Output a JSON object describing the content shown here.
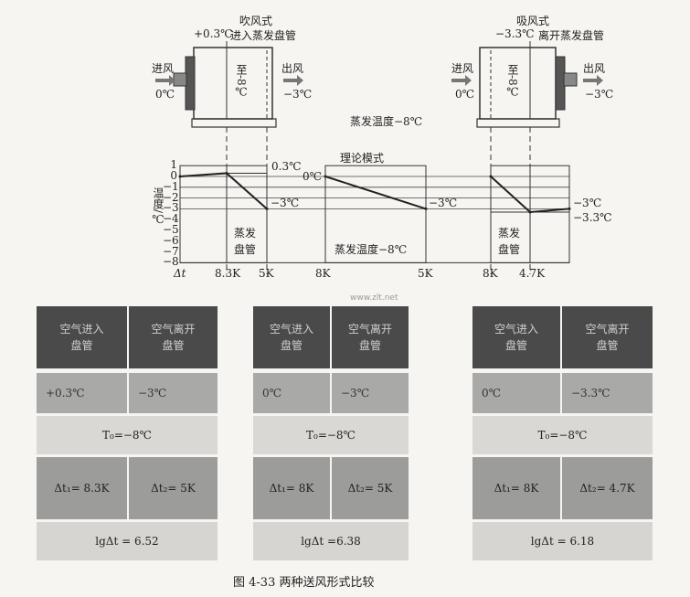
{
  "units": {
    "blow": {
      "title": "吹风式",
      "note_temp": "+0.3℃",
      "note": "进入蒸发盘管",
      "coil_label": "至-8℃",
      "in_label": "进风",
      "in_temp": "0℃",
      "out_label": "出风",
      "out_temp": "−3℃"
    },
    "draw": {
      "title": "吸风式",
      "note_temp": "−3.3℃",
      "note": "离开蒸发盘管",
      "coil_label": "至-8℃",
      "in_label": "进风",
      "in_temp": "0℃",
      "out_label": "出风",
      "out_temp": "−3℃"
    },
    "evap_temp_label": "蒸发温度−8℃"
  },
  "chart_data": {
    "type": "line",
    "ylabel": "温度/℃",
    "xlabel": "Δt",
    "yticks": [
      "1",
      "0",
      "−1",
      "−2",
      "−3",
      "−4",
      "−5",
      "−6",
      "−7",
      "−8"
    ],
    "ylim": [
      -8,
      1
    ],
    "mode_title": "理论模式",
    "coil_label_1": "蒸发",
    "coil_label_2": "盘管",
    "middle_label": "蒸发温度−8℃",
    "x_labels": [
      "8.3K",
      "5K",
      "8K",
      "5K",
      "8K",
      "4.7K"
    ],
    "series": [
      {
        "name": "吹风式",
        "points": [
          [
            0,
            0
          ],
          [
            1,
            0.3
          ],
          [
            2,
            -3
          ]
        ],
        "labels": [
          "0.3℃",
          "−3℃"
        ]
      },
      {
        "name": "理论模式",
        "points": [
          [
            0,
            0
          ],
          [
            1,
            -3
          ]
        ],
        "labels": [
          "0℃",
          "−3℃"
        ]
      },
      {
        "name": "吸风式",
        "points": [
          [
            0,
            0
          ],
          [
            1,
            -3.3
          ],
          [
            2,
            -3
          ]
        ],
        "labels": [
          "−3℃",
          "−3.3℃"
        ]
      }
    ]
  },
  "tables": [
    {
      "h1": "空气进入\n盘管",
      "h2": "空气离开\n盘管",
      "in": "+0.3℃",
      "out": "−3℃",
      "t0": "T₀=−8℃",
      "dt1": "Δt₁= 8.3K",
      "dt2": "Δt₂= 5K",
      "lg": "lgΔt = 6.52"
    },
    {
      "h1": "空气进入\n盘管",
      "h2": "空气离开\n盘管",
      "in": "0℃",
      "out": "−3℃",
      "t0": "T₀=−8℃",
      "dt1": "Δt₁= 8K",
      "dt2": "Δt₂= 5K",
      "lg": "lgΔt =6.38"
    },
    {
      "h1": "空气进入\n盘管",
      "h2": "空气离开\n盘管",
      "in": "0℃",
      "out": "−3.3℃",
      "t0": "T₀=−8℃",
      "dt1": "Δt₁= 8K",
      "dt2": "Δt₂= 4.7K",
      "lg": "lgΔt = 6.18"
    }
  ],
  "watermark": "www.zlt.net",
  "caption": "图 4-33   两种送风形式比较"
}
